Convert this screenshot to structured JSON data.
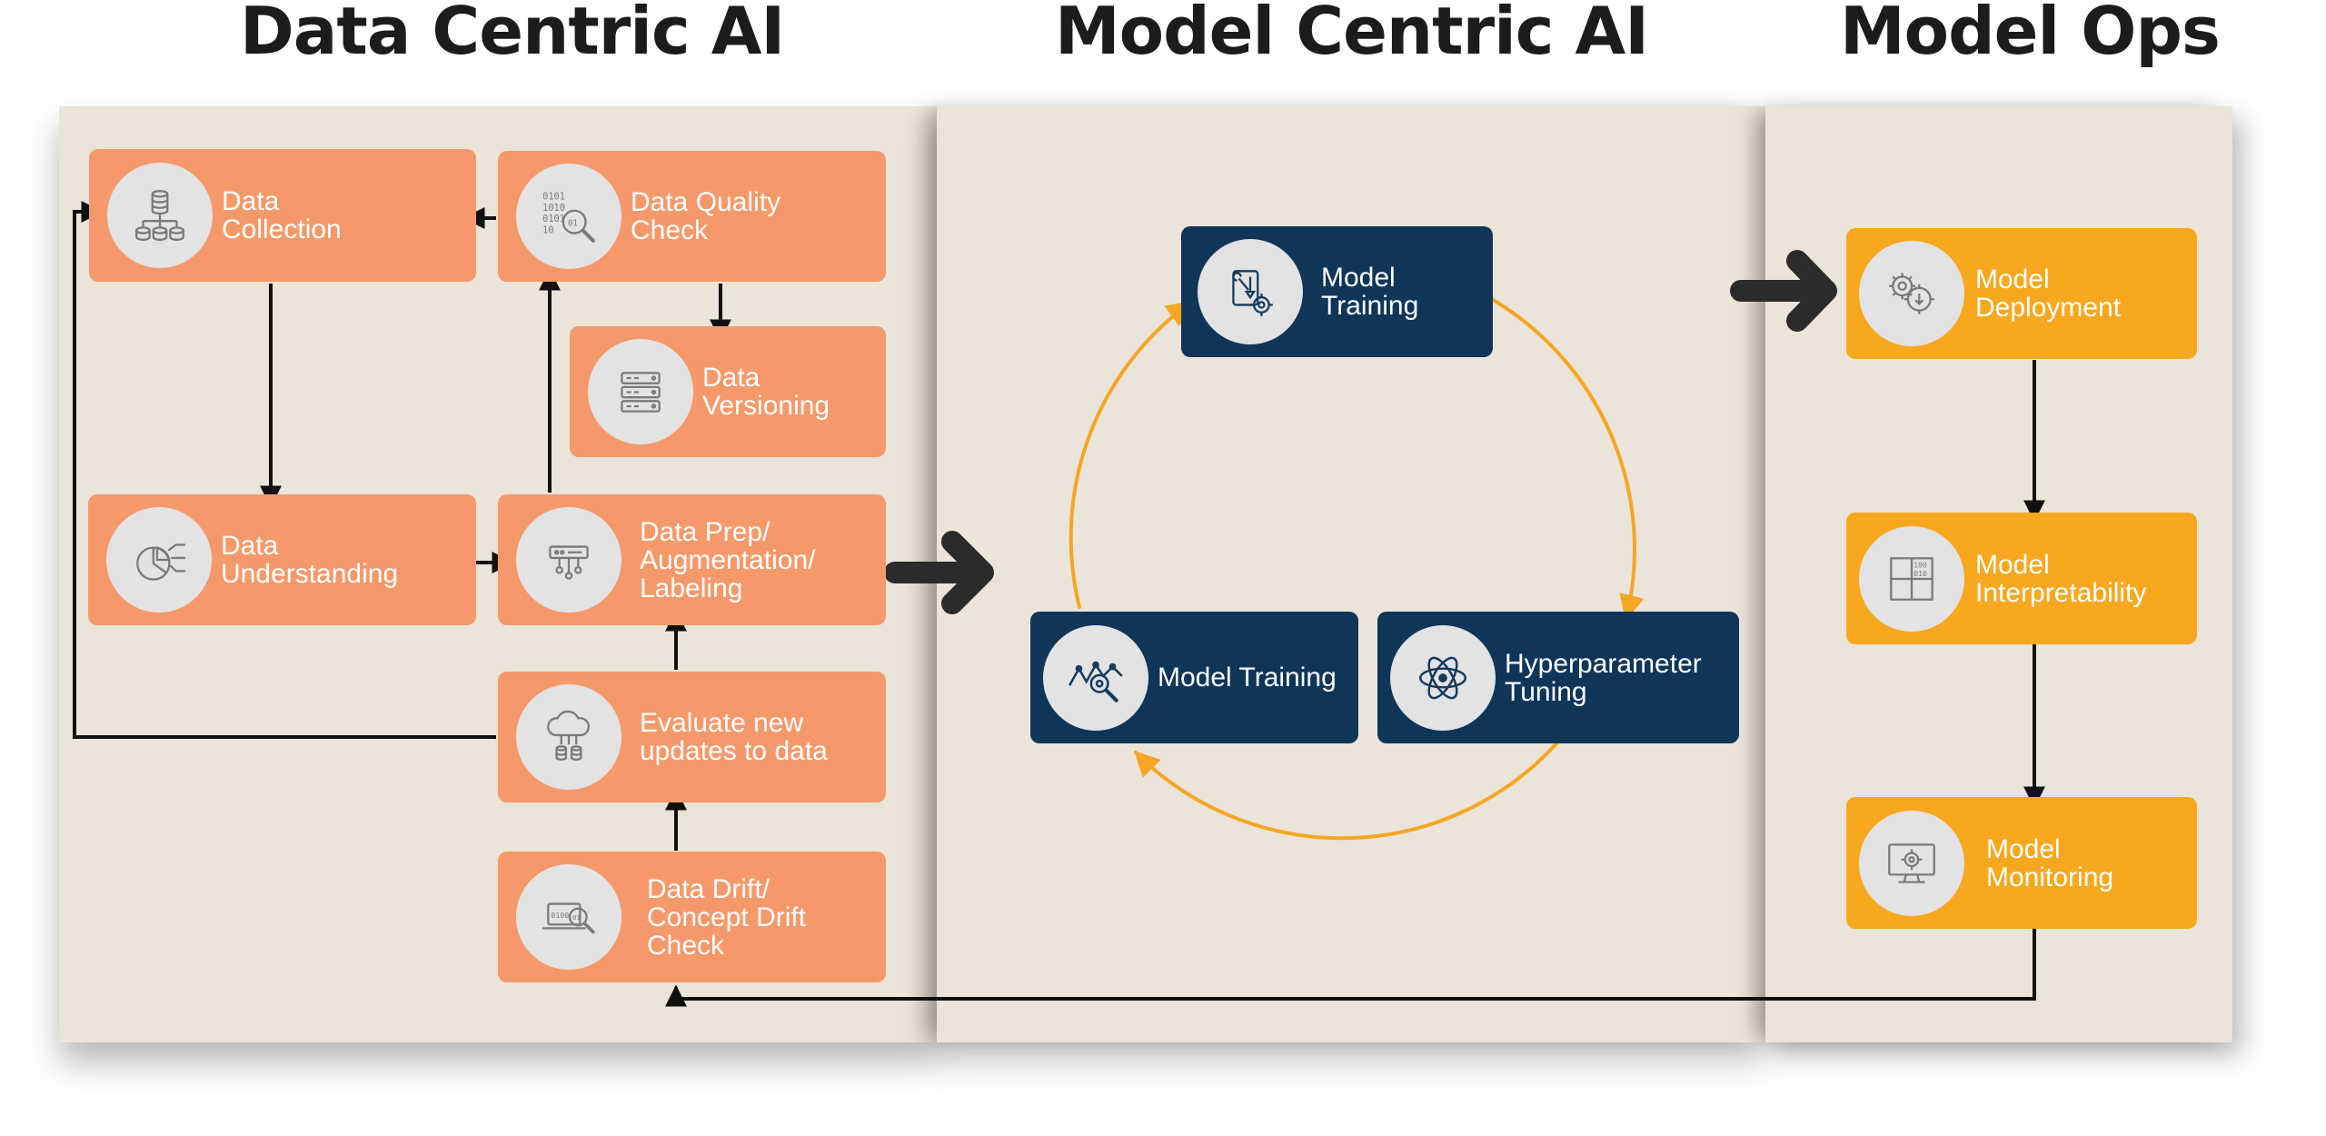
{
  "headings": {
    "data_centric": "Data Centric AI",
    "model_centric": "Model Centric AI",
    "model_ops": "Model Ops"
  },
  "data_centric": {
    "data_collection": "Data\nCollection",
    "data_quality_check": "Data Quality\nCheck",
    "data_versioning": "Data\nVersioning",
    "data_understanding": "Data\nUnderstanding",
    "data_prep": "Data Prep/\nAugmentation/\nLabeling",
    "evaluate_updates": "Evaluate new\nupdates to data",
    "drift_check": "Data Drift/\nConcept Drift\nCheck"
  },
  "model_centric": {
    "model_training_top": "Model\nTraining",
    "model_training_left": "Model Training",
    "hyperparameter_tuning": "Hyperparameter\nTuning"
  },
  "model_ops": {
    "model_deployment": "Model\nDeployment",
    "model_interpretability": "Model\nInterpretability",
    "model_monitoring": "Model\nMonitoring"
  },
  "icon_text": {
    "binary_top": "0101",
    "binary_mid": "1010",
    "binary_low": "0101",
    "binary_last": "10",
    "binary_badge": "01",
    "grid_top": "100",
    "grid_mid": "010",
    "drift_digits": "0100"
  },
  "colors": {
    "panel": "#ebe4d9",
    "orange": "#f6996a",
    "navy": "#0f3659",
    "gold": "#f7a81f",
    "cycle": "#f6a623",
    "connector": "#111111",
    "big_arrow": "#2b2b2b",
    "icon": "#7a7a7a",
    "icon_navy": "#143a5e"
  },
  "icons": {
    "data_collection": "database-network-icon",
    "data_quality_check": "binary-magnifier-icon",
    "data_versioning": "server-rack-icon",
    "data_understanding": "pie-chart-icon",
    "data_prep": "pipeline-icon",
    "evaluate_updates": "cloud-database-icon",
    "drift_check": "laptop-magnifier-icon",
    "model_training_top": "tools-gear-icon",
    "model_training_left": "line-chart-magnifier-icon",
    "hyperparameter_tuning": "atom-network-icon",
    "model_deployment": "gears-download-icon",
    "model_interpretability": "grid-binary-icon",
    "model_monitoring": "monitor-gear-icon"
  }
}
